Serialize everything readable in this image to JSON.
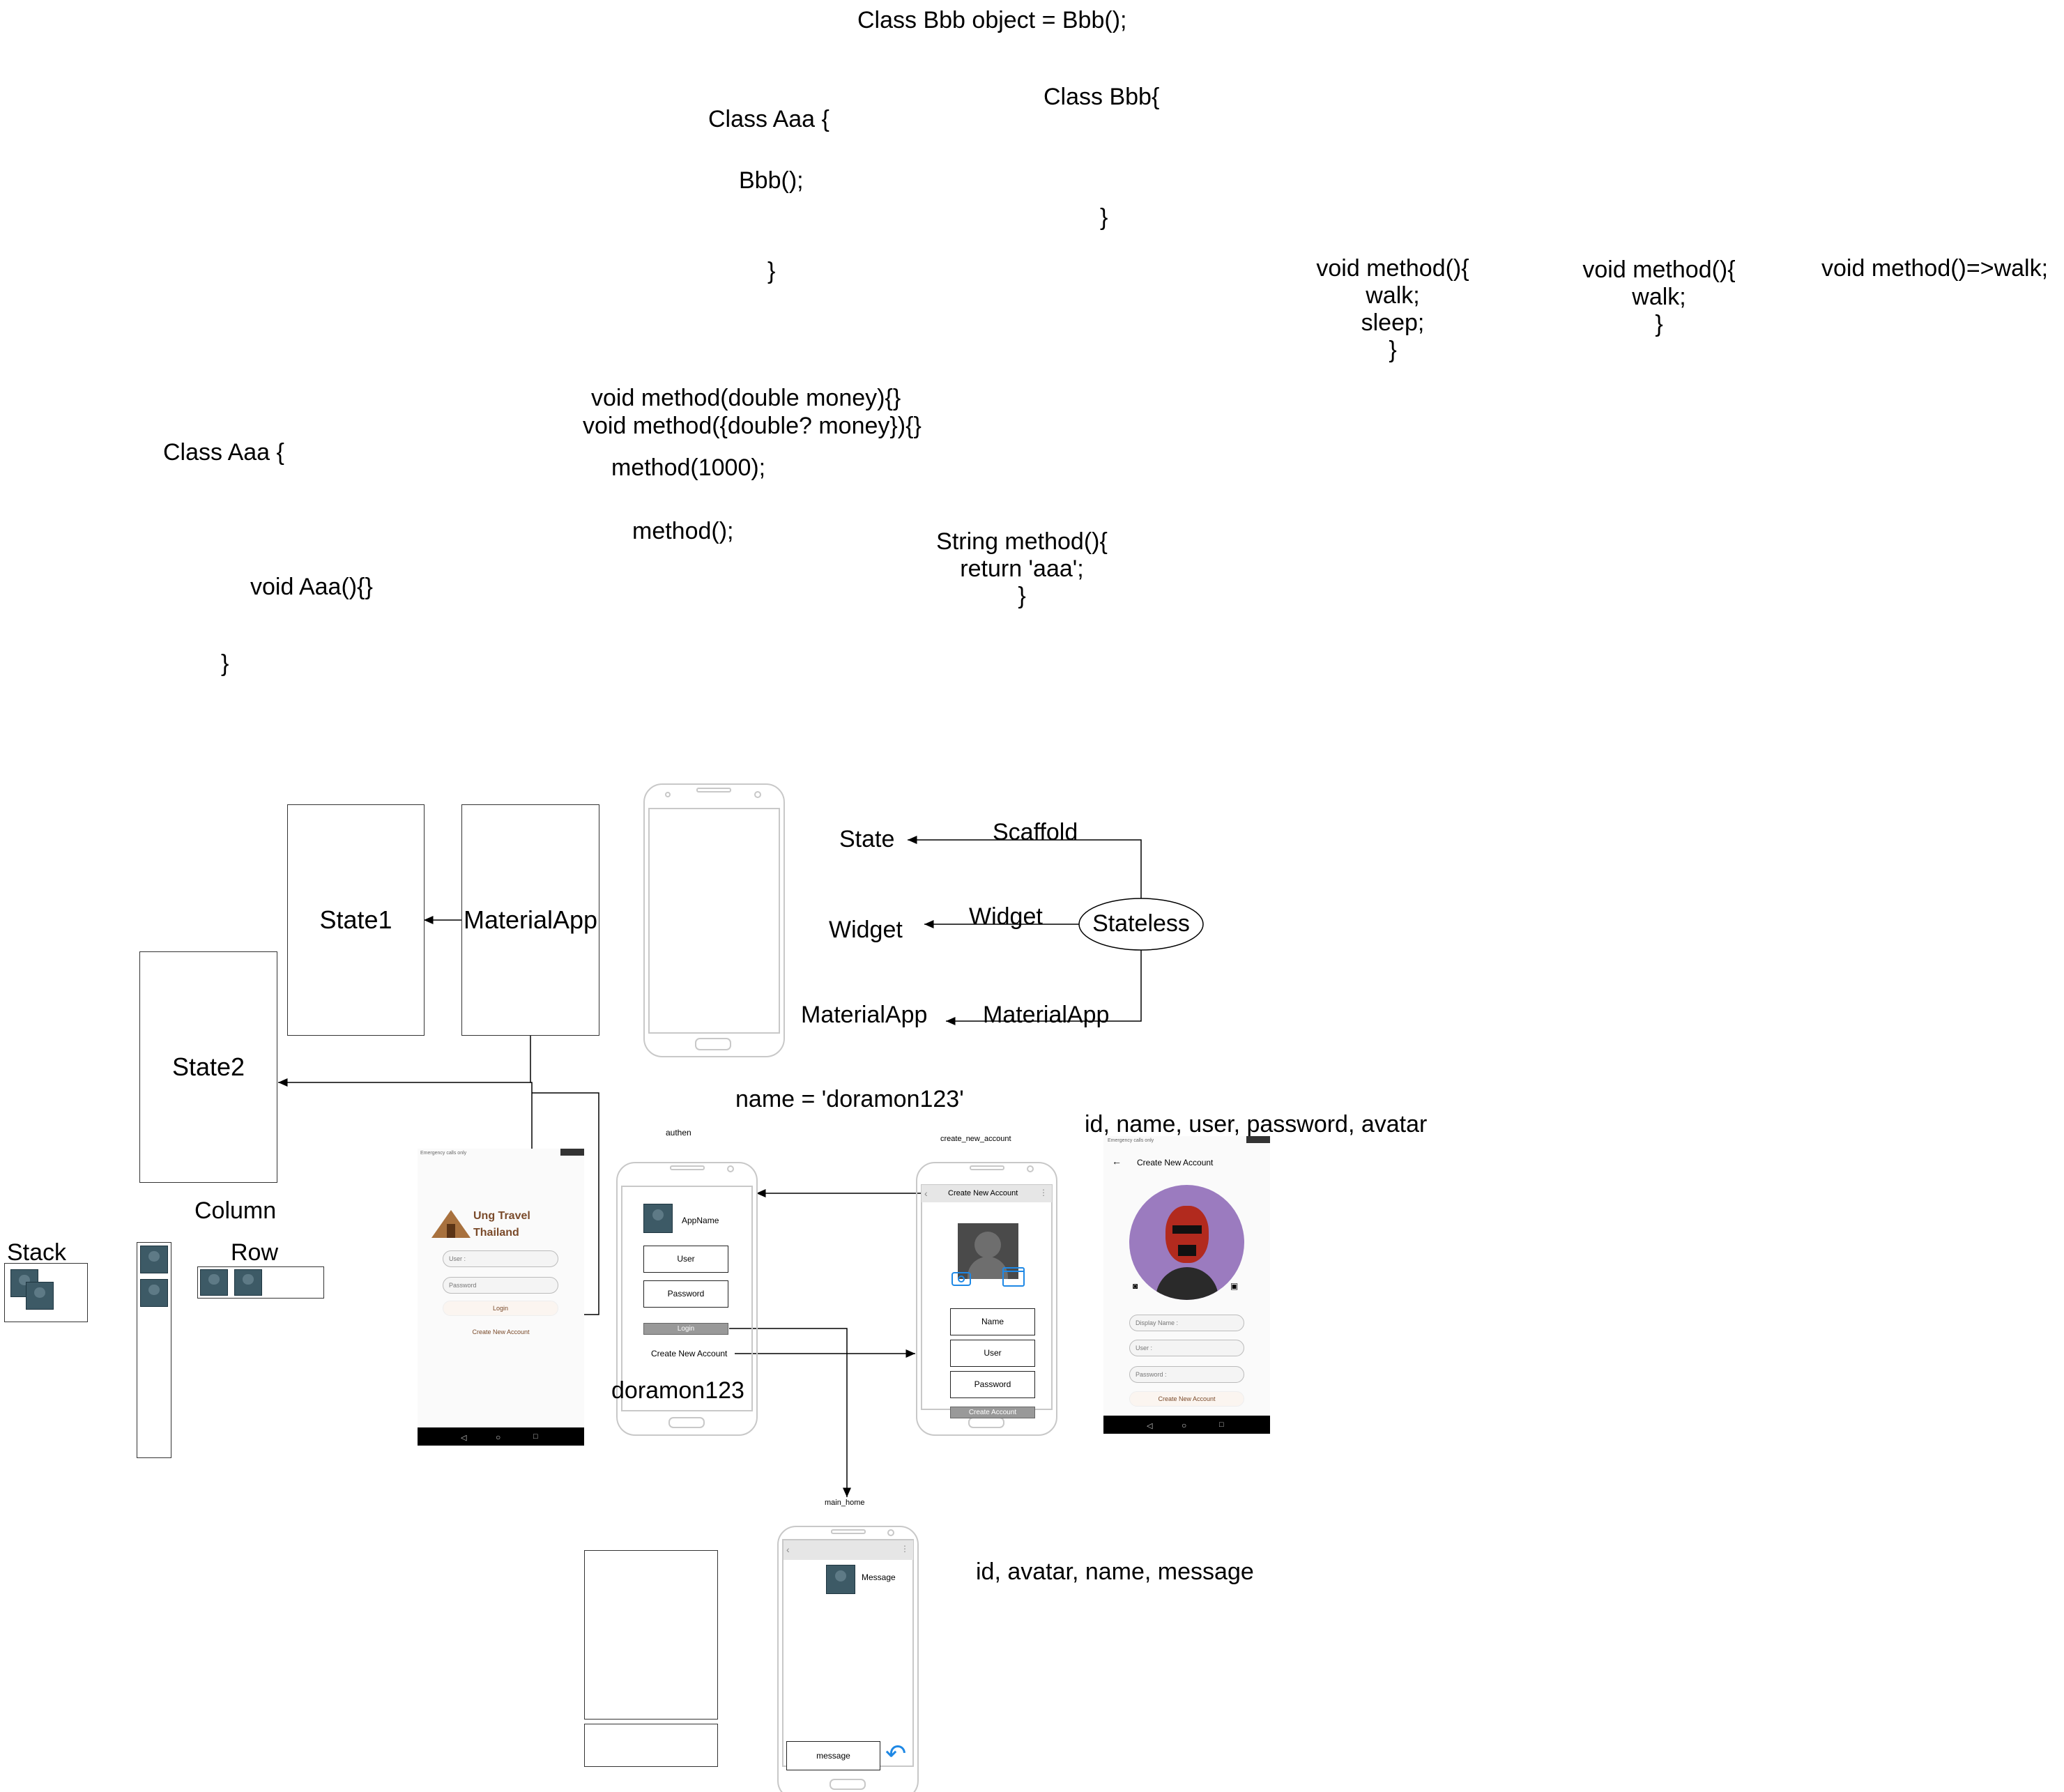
{
  "code": {
    "class_bbb_object": "Class Bbb object = Bbb();",
    "class_bbb_open": "Class Bbb{",
    "class_bbb_close": "}",
    "class_aaa_top_open": "Class Aaa {",
    "bbb_call": "Bbb();",
    "class_aaa_top_close": "}",
    "void_method_1": [
      "void method(){",
      "walk;",
      "sleep;",
      "}"
    ],
    "void_method_2": [
      "void method(){",
      "walk;",
      "}"
    ],
    "void_method_arrow": "void method()=>walk;",
    "method_double": "void method(double money){}",
    "method_named_double": "void method({double? money}){}",
    "method_call_1000": "method(1000);",
    "method_call_empty": "method();",
    "class_aaa_open": "Class Aaa {",
    "void_aaa": "void Aaa(){}",
    "class_aaa_close": "}",
    "string_method": [
      "String method(){",
      "return 'aaa';",
      "}"
    ]
  },
  "diagram": {
    "state1": "State1",
    "material_app_box": "MaterialApp",
    "state2": "State2",
    "state_label": "State",
    "scaffold_label": "Scaffold",
    "widget_label": "Widget",
    "widget_label_2": "Widget",
    "stateless": "Stateless",
    "material_app_label": "MaterialApp",
    "material_app_label_2": "MaterialApp",
    "name_assign": "name = 'doramon123'",
    "fields_account": "id, name, user, password, avatar",
    "fields_message": "id, avatar, name, message",
    "stack": "Stack",
    "column": "Column",
    "row": "Row",
    "doramon": "doramon123"
  },
  "login_screen": {
    "status": "Emergency calls only",
    "app_title_1": "Ung Travel",
    "app_title_2": "Thailand",
    "user_placeholder": "User :",
    "password_placeholder": "Password",
    "login_button": "Login",
    "create_link": "Create New Account"
  },
  "authen": {
    "caption": "authen",
    "app_name": "AppName",
    "user": "User",
    "password": "Password",
    "login": "Login",
    "create": "Create New Account"
  },
  "create_new_account": {
    "caption": "create_new_account",
    "title": "Create New Account",
    "name": "Name",
    "user": "User",
    "password": "Password",
    "button": "Create Account"
  },
  "create_screen": {
    "status": "Emergency calls only",
    "title": "Create New Account",
    "display_name": "Display Name :",
    "user": "User :",
    "password": "Password :",
    "button": "Create New Account"
  },
  "main_home": {
    "caption": "main_home",
    "message_label": "Message",
    "message_input": "message"
  },
  "colors": {
    "accent_blue": "#1e88e5",
    "avatar_bg": "#9b7bbf",
    "login_text": "#7a4a2a"
  }
}
